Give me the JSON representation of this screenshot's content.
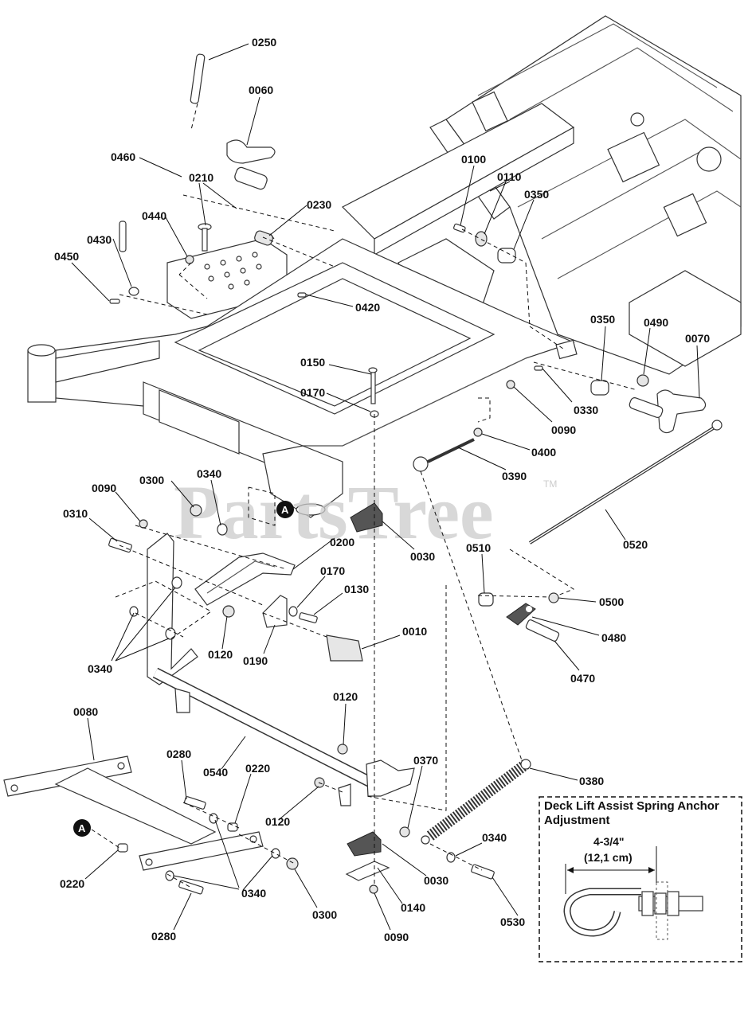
{
  "watermark": {
    "text": "PartsTree",
    "tm": "TM"
  },
  "callout_marker": "A",
  "labels": {
    "l0250": "0250",
    "l0060": "0060",
    "l0460": "0460",
    "l0210": "0210",
    "l0230": "0230",
    "l0440": "0440",
    "l0430": "0430",
    "l0450": "0450",
    "l0420": "0420",
    "l0100": "0100",
    "l0110": "0110",
    "l0350a": "0350",
    "l0350b": "0350",
    "l0490": "0490",
    "l0070": "0070",
    "l0150": "0150",
    "l0170a": "0170",
    "l0330": "0330",
    "l0090a": "0090",
    "l0400": "0400",
    "l0390": "0390",
    "l0520": "0520",
    "l0090b": "0090",
    "l0300a": "0300",
    "l0340a": "0340",
    "l0310": "0310",
    "l0200": "0200",
    "l0030a": "0030",
    "l0510": "0510",
    "l0500": "0500",
    "l0480": "0480",
    "l0470": "0470",
    "l0170b": "0170",
    "l0130": "0130",
    "l0010": "0010",
    "l0120a": "0120",
    "l0190": "0190",
    "l0340b": "0340",
    "l0080": "0080",
    "l0120b": "0120",
    "l0280a": "0280",
    "l0540": "0540",
    "l0220a": "0220",
    "l0370": "0370",
    "l0380": "0380",
    "l0120c": "0120",
    "l0340c": "0340",
    "l0030b": "0030",
    "l0220b": "0220",
    "l0340d": "0340",
    "l0300b": "0300",
    "l0280b": "0280",
    "l0140": "0140",
    "l0090c": "0090",
    "l0530": "0530"
  },
  "inset": {
    "title_line1": "Deck Lift Assist Spring Anchor",
    "title_line2": "Adjustment",
    "dim_imperial": "4-3/4\"",
    "dim_metric": "(12,1 cm)"
  }
}
